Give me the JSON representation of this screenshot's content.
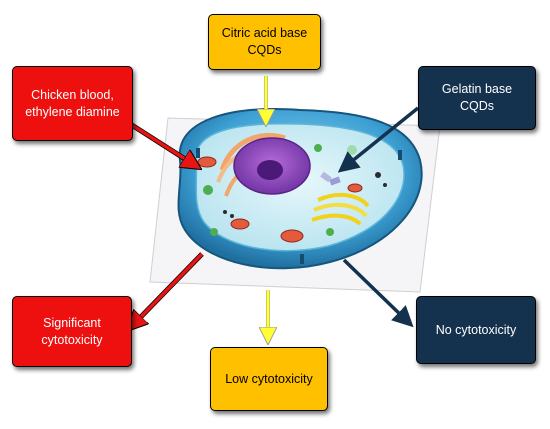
{
  "boxes": {
    "chicken_blood": "Chicken blood, ethylene diamine",
    "citric_acid": "Citric acid base CQDs",
    "gelatin": "Gelatin base CQDs",
    "significant": "Significant cytotoxicity",
    "low": "Low cytotoxicity",
    "none": "No cytotoxicity"
  },
  "colors": {
    "red": "#ee0f0f",
    "yellow": "#ffc000",
    "navy": "#14314d"
  },
  "icons": {
    "center": "animal-cell-illustration"
  }
}
